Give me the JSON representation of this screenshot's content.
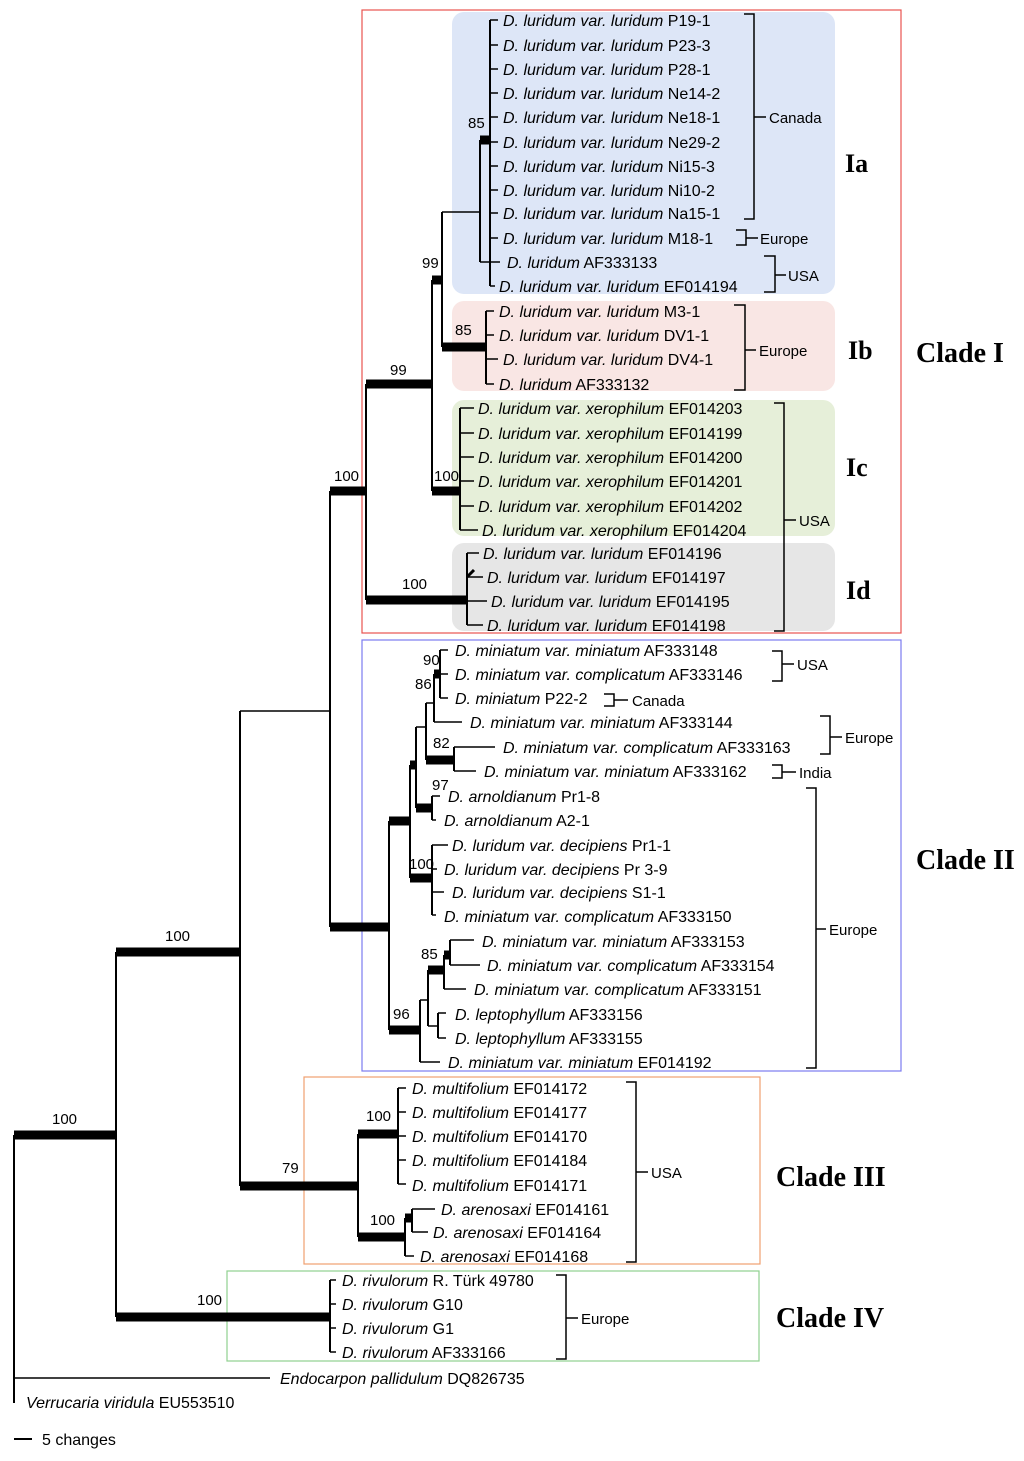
{
  "taxa": [
    {
      "genus": "D. luridum",
      "rest_italic": " var. luridum",
      "id": " P19-1"
    },
    {
      "genus": "D. luridum",
      "rest_italic": " var. luridum",
      "id": " P23-3"
    },
    {
      "genus": "D. luridum",
      "rest_italic": " var. luridum",
      "id": " P28-1"
    },
    {
      "genus": "D. luridum",
      "rest_italic": " var. luridum",
      "id": " Ne14-2"
    },
    {
      "genus": "D. luridum",
      "rest_italic": " var. luridum",
      "id": " Ne18-1"
    },
    {
      "genus": "D. luridum",
      "rest_italic": " var. luridum",
      "id": " Ne29-2"
    },
    {
      "genus": "D. luridum",
      "rest_italic": " var. luridum",
      "id": " Ni15-3"
    },
    {
      "genus": "D. luridum",
      "rest_italic": " var. luridum",
      "id": " Ni10-2"
    },
    {
      "genus": "D. luridum",
      "rest_italic": " var. luridum",
      "id": " Na15-1"
    },
    {
      "genus": "D. luridum",
      "rest_italic": " var. luridum",
      "id": " M18-1"
    },
    {
      "genus": "D. luridum",
      "rest_italic": "",
      "id": " AF333133"
    },
    {
      "genus": "D. luridum",
      "rest_italic": " var. luridum",
      "id": " EF014194"
    },
    {
      "genus": "D. luridum",
      "rest_italic": " var. luridum",
      "id": " M3-1"
    },
    {
      "genus": "D. luridum",
      "rest_italic": " var. luridum",
      "id": " DV1-1"
    },
    {
      "genus": "D. luridum",
      "rest_italic": " var. luridum",
      "id": " DV4-1"
    },
    {
      "genus": "D. luridum",
      "rest_italic": "",
      "id": " AF333132"
    },
    {
      "genus": "D. luridum",
      "rest_italic": " var. xerophilum",
      "id": " EF014203"
    },
    {
      "genus": "D. luridum",
      "rest_italic": " var. xerophilum",
      "id": " EF014199"
    },
    {
      "genus": "D. luridum",
      "rest_italic": " var. xerophilum",
      "id": " EF014200"
    },
    {
      "genus": "D. luridum",
      "rest_italic": " var. xerophilum",
      "id": " EF014201"
    },
    {
      "genus": "D. luridum",
      "rest_italic": " var. xerophilum",
      "id": " EF014202"
    },
    {
      "genus": "D. luridum",
      "rest_italic": " var. xerophilum",
      "id": " EF014204"
    },
    {
      "genus": "D. luridum",
      "rest_italic": " var. luridum",
      "id": " EF014196"
    },
    {
      "genus": "D. luridum",
      "rest_italic": " var. luridum",
      "id": " EF014197"
    },
    {
      "genus": "D. luridum",
      "rest_italic": " var. luridum",
      "id": " EF014195"
    },
    {
      "genus": "D. luridum",
      "rest_italic": " var. luridum",
      "id": " EF014198"
    },
    {
      "genus": "D. miniatum",
      "rest_italic": " var. miniatum",
      "id": " AF333148"
    },
    {
      "genus": "D. miniatum",
      "rest_italic": " var. complicatum",
      "id": " AF333146"
    },
    {
      "genus": "D. miniatum",
      "rest_italic": "",
      "id": " P22-2"
    },
    {
      "genus": "D. miniatum",
      "rest_italic": " var. miniatum",
      "id": " AF333144"
    },
    {
      "genus": "D. miniatum",
      "rest_italic": " var. complicatum",
      "id": " AF333163"
    },
    {
      "genus": "D. miniatum",
      "rest_italic": " var. miniatum",
      "id": " AF333162"
    },
    {
      "genus": "D. arnoldianum",
      "rest_italic": "",
      "id": " Pr1-8"
    },
    {
      "genus": "D. arnoldianum",
      "rest_italic": "",
      "id": " A2-1"
    },
    {
      "genus": "D. luridum",
      "rest_italic": " var. decipiens",
      "id": " Pr1-1"
    },
    {
      "genus": "D. luridum",
      "rest_italic": " var. decipiens",
      "id": " Pr 3-9"
    },
    {
      "genus": "D. luridum",
      "rest_italic": " var. decipiens",
      "id": " S1-1"
    },
    {
      "genus": "D. miniatum",
      "rest_italic": " var. complicatum",
      "id": " AF333150"
    },
    {
      "genus": "D. miniatum",
      "rest_italic": " var. miniatum",
      "id": " AF333153"
    },
    {
      "genus": "D. miniatum",
      "rest_italic": " var. complicatum",
      "id": " AF333154"
    },
    {
      "genus": "D. miniatum",
      "rest_italic": " var. complicatum",
      "id": " AF333151"
    },
    {
      "genus": "D. leptophyllum",
      "rest_italic": "",
      "id": " AF333156"
    },
    {
      "genus": "D. leptophyllum",
      "rest_italic": "",
      "id": " AF333155"
    },
    {
      "genus": "D. miniatum",
      "rest_italic": " var. miniatum",
      "id": " EF014192"
    },
    {
      "genus": "D. multifolium",
      "rest_italic": "",
      "id": " EF014172"
    },
    {
      "genus": "D. multifolium",
      "rest_italic": "",
      "id": " EF014177"
    },
    {
      "genus": "D. multifolium",
      "rest_italic": "",
      "id": " EF014170"
    },
    {
      "genus": "D. multifolium",
      "rest_italic": "",
      "id": " EF014184"
    },
    {
      "genus": "D. multifolium",
      "rest_italic": "",
      "id": " EF014171"
    },
    {
      "genus": "D. arenosaxi",
      "rest_italic": "",
      "id": " EF014161"
    },
    {
      "genus": "D. arenosaxi",
      "rest_italic": "",
      "id": " EF014164"
    },
    {
      "genus": "D. arenosaxi",
      "rest_italic": "",
      "id": " EF014168"
    },
    {
      "genus": "D. rivulorum",
      "rest_italic": "",
      "id": " R. Türk 49780"
    },
    {
      "genus": "D. rivulorum",
      "rest_italic": "",
      "id": " G10"
    },
    {
      "genus": "D. rivulorum",
      "rest_italic": "",
      "id": " G1"
    },
    {
      "genus": "D. rivulorum",
      "rest_italic": "",
      "id": " AF333166"
    },
    {
      "genus": "Endocarpon pallidulum",
      "rest_italic": "",
      "id": " DQ826735"
    },
    {
      "genus": "Verrucaria viridula",
      "rest_italic": "",
      "id": " EU553510"
    }
  ],
  "bootstrap": [
    "85",
    "99",
    "85",
    "99",
    "100",
    "100",
    "100",
    "90",
    "86",
    "82",
    "97",
    "100",
    "85",
    "96",
    "100",
    "100",
    "100",
    "79",
    "100",
    "100"
  ],
  "regions": [
    "Canada",
    "Europe",
    "USA",
    "Europe",
    "USA",
    "USA",
    "Canada",
    "Europe",
    "India",
    "Europe",
    "USA",
    "Europe"
  ],
  "subclades": [
    "Ia",
    "Ib",
    "Ic",
    "Id"
  ],
  "clades": [
    "Clade I",
    "Clade II",
    "Clade III",
    "Clade IV"
  ],
  "scale_label": "5 changes",
  "colors": {
    "clade_I_border": "#e8534f",
    "clade_II_border": "#7b7bef",
    "clade_III_border": "#f0a070",
    "clade_IV_border": "#8fd08f",
    "Ia_fill": "#dde6f7",
    "Ib_fill": "#f9e6e4",
    "Ic_fill": "#e6efd9",
    "Id_fill": "#e6e6e6"
  }
}
